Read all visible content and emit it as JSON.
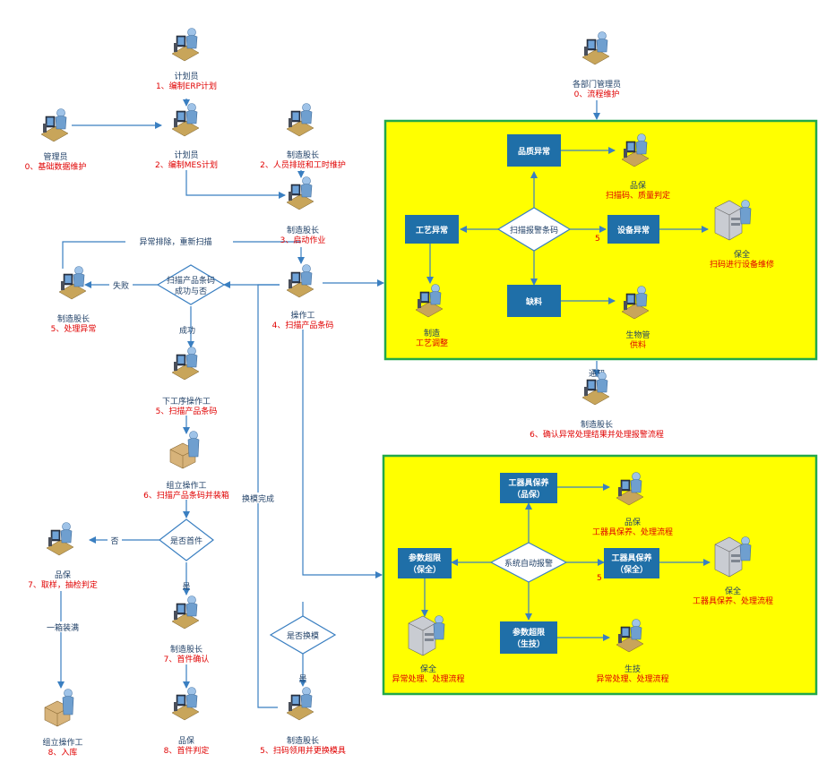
{
  "colors": {
    "line": "#3a7fc1",
    "box": "#1f6fa8",
    "panel": "#ffff00",
    "panel_border": "#22a84a",
    "action": "#e00000",
    "role": "#1f3f66"
  },
  "people": {
    "planner1": {
      "role": "计划员",
      "action": "1、编制ERP计划"
    },
    "admin": {
      "role": "管理员",
      "action": "0、基础数据维护"
    },
    "planner2": {
      "role": "计划员",
      "action": "2、编制MES计划"
    },
    "mfg_lead1": {
      "role": "制造股长",
      "action": "2、人员排班和工时维护"
    },
    "mfg_lead2": {
      "role": "制造股长",
      "action": "3、启动作业"
    },
    "dept_admin": {
      "role": "各部门管理员",
      "action": "0、流程维护"
    },
    "mfg_lead3": {
      "role": "制造股长",
      "action": "5、处理异常"
    },
    "operator": {
      "role": "操作工",
      "action": "4、扫描产品条码"
    },
    "next_op": {
      "role": "下工序操作工",
      "action": "5、扫描产品条码"
    },
    "assembler1": {
      "role": "组立操作工",
      "action": "6、扫描产品条码并装箱"
    },
    "qa1": {
      "role": "品保",
      "action": "7、取样，抽检判定"
    },
    "mfg_lead4": {
      "role": "制造股长",
      "action": "7、首件确认"
    },
    "assembler2": {
      "role": "组立操作工",
      "action": "8、入库"
    },
    "qa2": {
      "role": "品保",
      "action": "8、首件判定"
    },
    "mfg_lead5": {
      "role": "制造股长",
      "action": "5、扫码领用并更换模具"
    },
    "mfg_lead6": {
      "role": "制造股长",
      "action": "6、确认异常处理结果并处理报警流程"
    }
  },
  "decisions": {
    "scan_ok": "扫描产品条码|成功与否",
    "first_piece": "是否首件",
    "change_mold": "是否换模"
  },
  "flow_labels": {
    "retry": "异常排除，重新扫描",
    "fail": "失败",
    "success": "成功",
    "no": "否",
    "yes1": "是",
    "yes2": "是",
    "box_full": "一箱装满",
    "mold_done": "换模完成",
    "notify": "通知"
  },
  "panel1": {
    "center": "扫描报警条码",
    "boxes": {
      "quality": "品质异常",
      "process": "工艺异常",
      "equipment": "设备异常",
      "material": "缺料"
    },
    "people": {
      "qa": {
        "role": "品保",
        "action": "扫描码、质量判定"
      },
      "maint": {
        "role": "保全",
        "action": "扫码进行设备维修"
      },
      "mfg": {
        "role": "制造",
        "action": "工艺调整"
      },
      "logistics": {
        "role": "生物管",
        "action": "供料"
      }
    },
    "num": "5"
  },
  "panel2": {
    "center": "系统自动报警",
    "boxes": {
      "tool_qa": "工器具保养|（品保）",
      "param_maint": "参数超限|（保全）",
      "tool_maint": "工器具保养|（保全）",
      "param_tech": "参数超限|（生技）"
    },
    "people": {
      "qa": {
        "role": "品保",
        "action": "工器具保养、处理流程"
      },
      "maint1": {
        "role": "保全",
        "action": "工器具保养、处理流程"
      },
      "maint2": {
        "role": "保全",
        "action": "异常处理、处理流程"
      },
      "tech": {
        "role": "生技",
        "action": "异常处理、处理流程"
      }
    },
    "num": "5"
  }
}
